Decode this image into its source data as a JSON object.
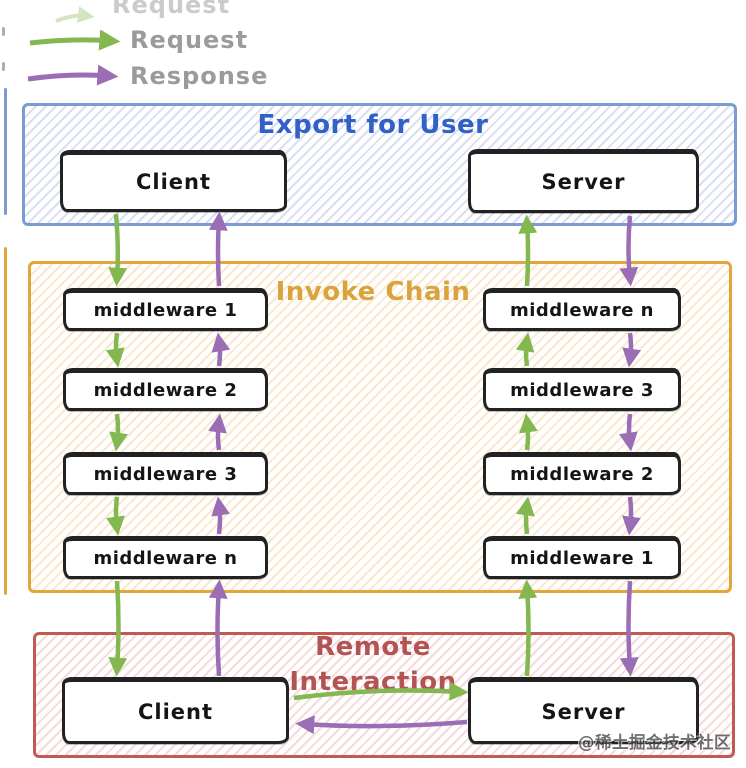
{
  "legend": {
    "ghost_label": "Request",
    "items": [
      {
        "label": "Request"
      },
      {
        "label": "Response"
      }
    ]
  },
  "sections": {
    "export": {
      "title": "Export for User",
      "nodes": {
        "client": "Client",
        "server": "Server"
      }
    },
    "invoke": {
      "title": "Invoke Chain",
      "left_column": [
        "middleware 1",
        "middleware 2",
        "middleware 3",
        "middleware n"
      ],
      "right_column": [
        "middleware n",
        "middleware 3",
        "middleware 2",
        "middleware 1"
      ]
    },
    "remote": {
      "title_line1": "Remote",
      "title_line2": "Interaction",
      "nodes": {
        "client": "Client",
        "server": "Server"
      }
    }
  },
  "watermark": "@稀土掘金技术社区",
  "colors": {
    "request": "#82b84f",
    "response": "#9a6db4",
    "export-border": "#7b9bd2",
    "export-title": "#3060c8",
    "invoke-border": "#e2a63d",
    "invoke-title": "#daa33c",
    "remote-border": "#c25a54",
    "remote-title": "#b35454",
    "node-border": "#222222",
    "legend-text": "#9b9b9b"
  }
}
